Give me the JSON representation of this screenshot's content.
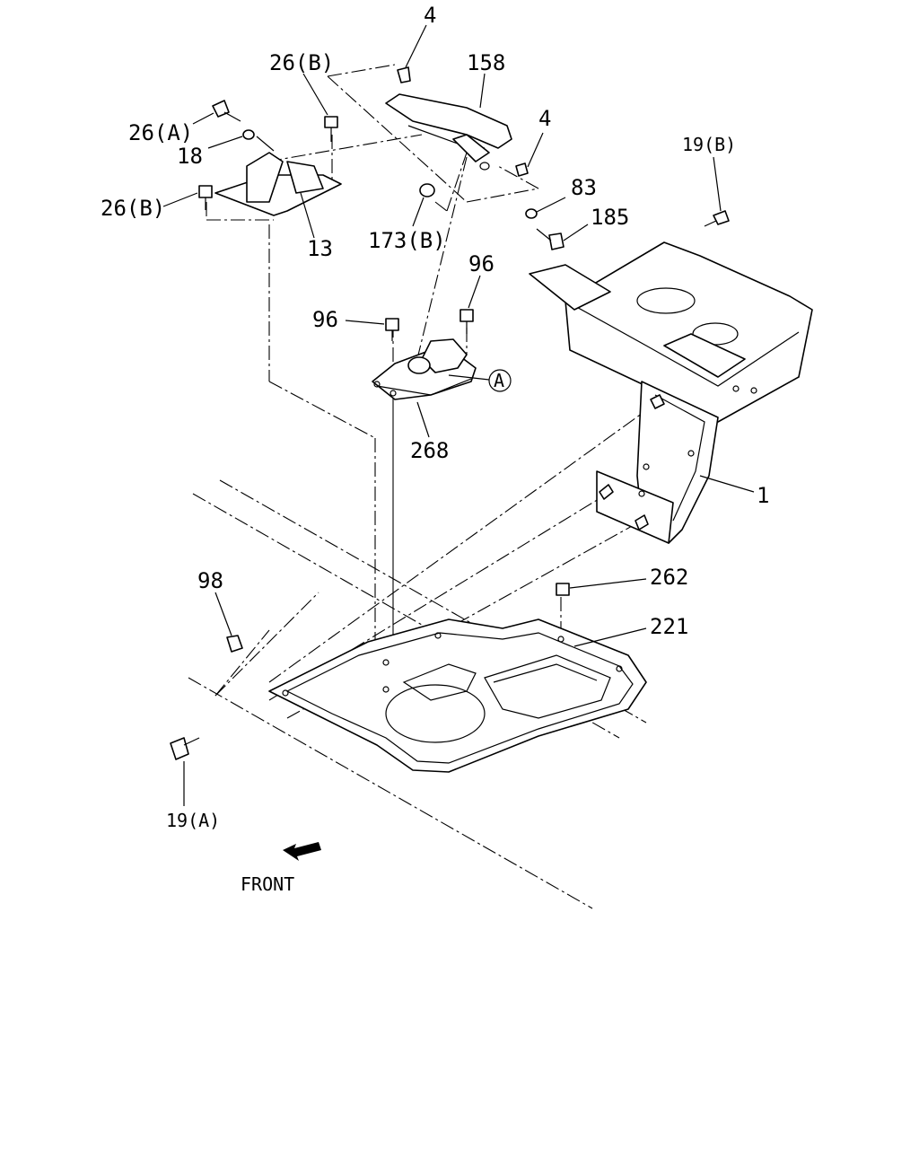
{
  "labels": {
    "p4_top": "4",
    "p158": "158",
    "p26b_top": "26(B)",
    "p26a": "26(A)",
    "p18": "18",
    "p4_right": "4",
    "p19b": "19(B)",
    "p83": "83",
    "p185": "185",
    "p26b_left": "26(B)",
    "p173b": "173(B)",
    "p13": "13",
    "p96_right": "96",
    "p96_left": "96",
    "pA": "A",
    "p268": "268",
    "p1": "1",
    "p98": "98",
    "p262": "262",
    "p221": "221",
    "p19a": "19(A)",
    "front": "FRONT"
  }
}
